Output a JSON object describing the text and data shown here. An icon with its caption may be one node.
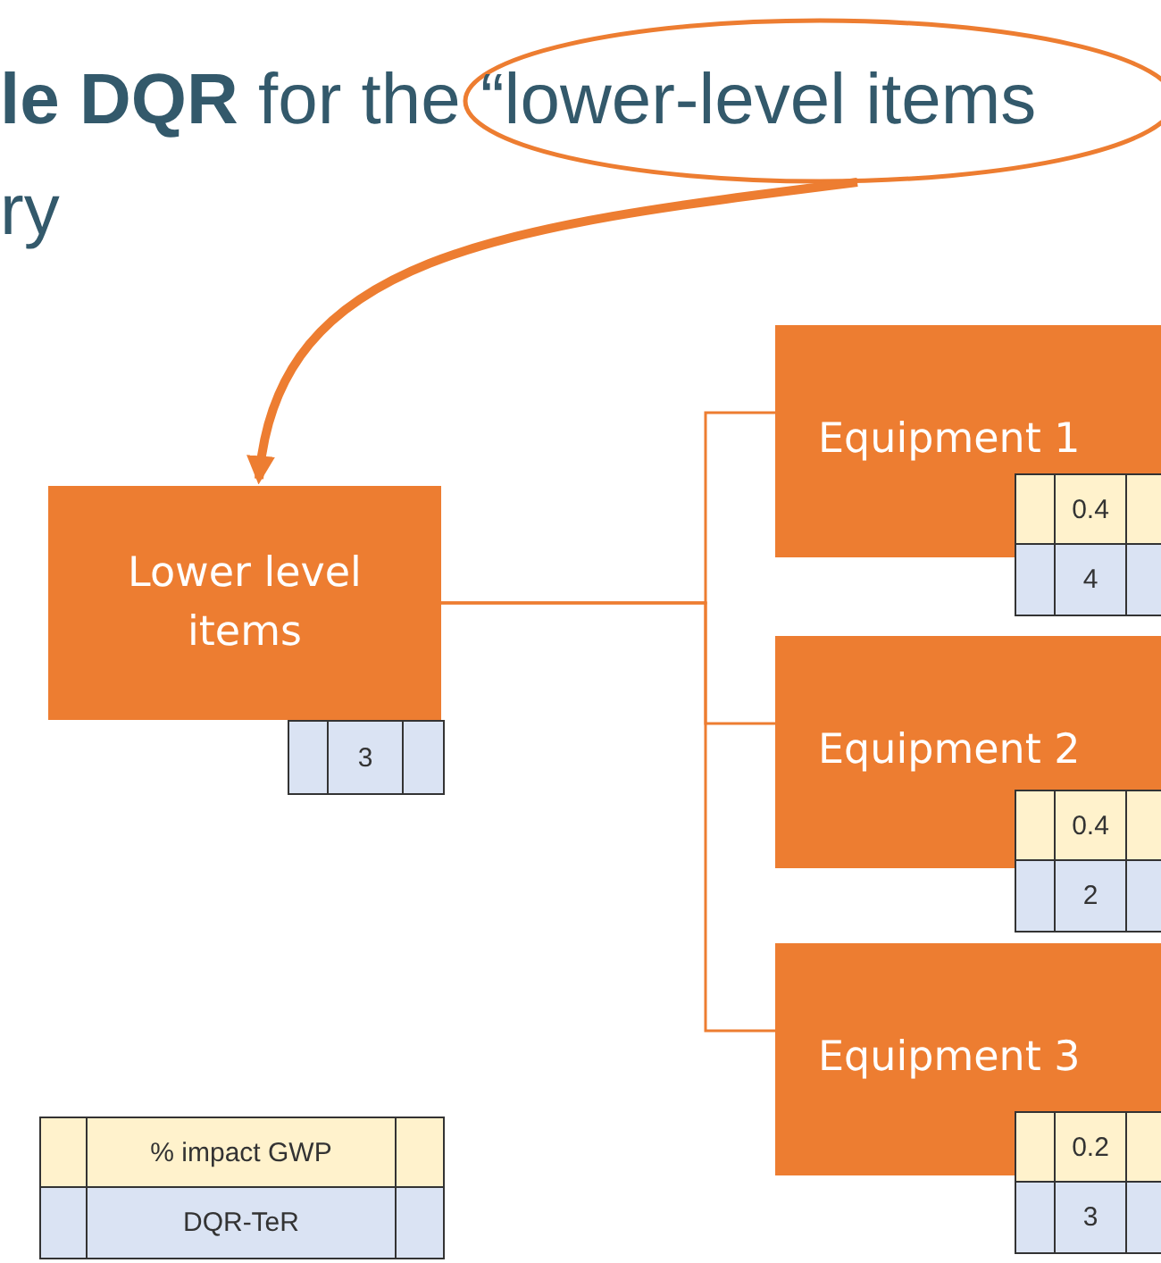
{
  "diagram": {
    "nodes": [
      {
        "text": [],
        "shape": "ellipse"
      },
      {
        "text": [
          "Lower level items"
        ]
      },
      {
        "text": [
          "Equipment 1"
        ]
      },
      {
        "text": [
          "Equipment 2"
        ]
      },
      {
        "text": [
          "Equipment 3"
        ]
      }
    ],
    "edges": [
      {
        "from": 0,
        "to": 1,
        "arrow": "to",
        "style": "thick"
      },
      {
        "from": 1,
        "to": 2,
        "arrow": "none"
      },
      {
        "from": 1,
        "to": 3,
        "arrow": "none"
      },
      {
        "from": 1,
        "to": 4,
        "arrow": "none"
      }
    ],
    "labels": [
      "**le DQR** for the “lower-level items",
      "ry",
      "3",
      "0.4",
      "4",
      "0.4",
      "2",
      "0.2",
      "3",
      "% impact GWP",
      "DQR-TeR"
    ]
  }
}
